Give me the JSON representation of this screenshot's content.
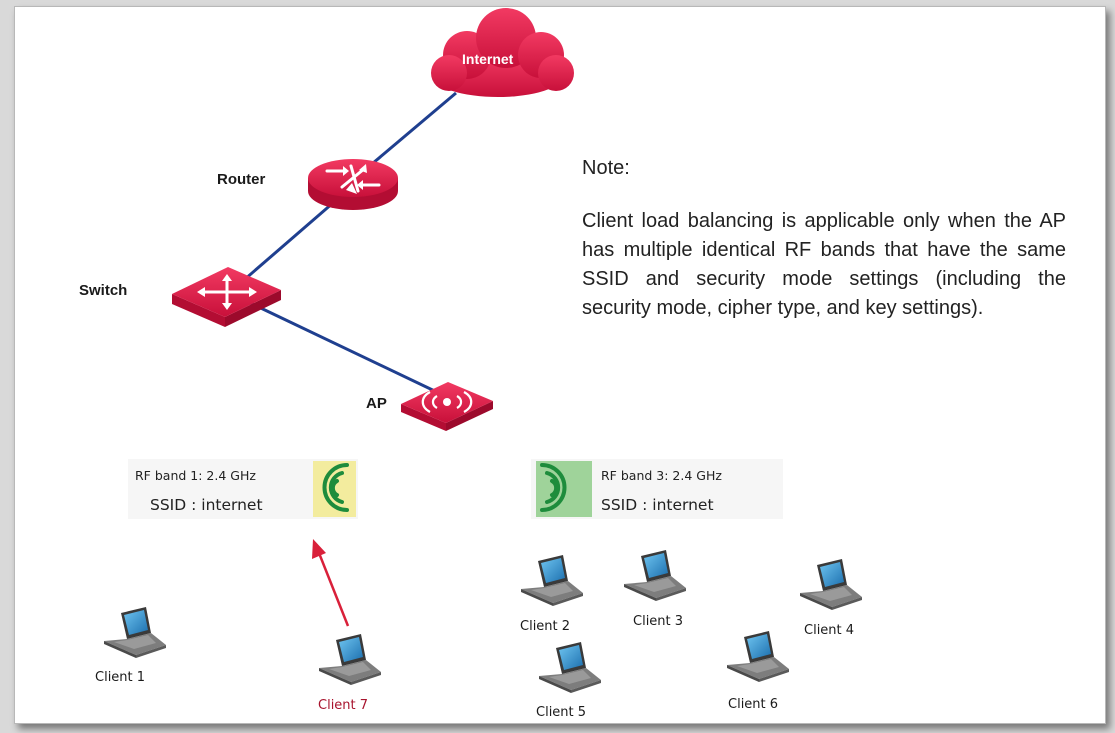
{
  "nodes": {
    "internet": "Internet",
    "router": "Router",
    "switch": "Switch",
    "ap": "AP"
  },
  "bands": [
    {
      "label": "RF band 1: 2.4 GHz",
      "ssid": "SSID : internet",
      "color": "#f3ec9e"
    },
    {
      "label": "RF band 3: 2.4 GHz",
      "ssid": "SSID : internet",
      "color": "#9fd39a"
    }
  ],
  "clients": [
    "Client 1",
    "Client 2",
    "Client 3",
    "Client 4",
    "Client 5",
    "Client 6",
    "Client 7"
  ],
  "note": {
    "title": "Note:",
    "body": "Client load balancing is applicable only when the AP has multiple identical RF bands that have the same SSID and security mode settings (including the security mode, cipher type, and key settings)."
  },
  "colors": {
    "device": "#e8204a",
    "link": "#1f3f8f",
    "arrow": "#d9203a",
    "signal": "#1e8c3c"
  },
  "icons": [
    "cloud-icon",
    "router-icon",
    "switch-icon",
    "access-point-icon",
    "wifi-signal-icon",
    "laptop-icon"
  ]
}
